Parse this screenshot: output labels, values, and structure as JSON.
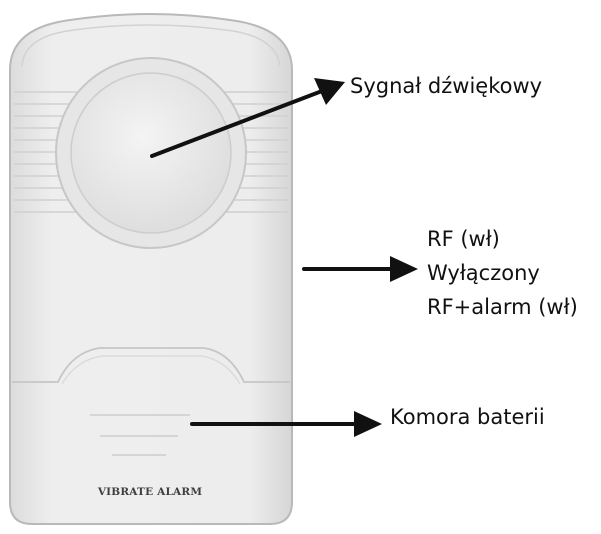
{
  "device": {
    "brand_label": "VIBRATE ALARM",
    "body_color": "#ebebeb",
    "outline_color": "#b9b9b9"
  },
  "callouts": {
    "sound_signal": "Sygnał dźwiękowy",
    "switch_positions": [
      "RF (wł)",
      "Wyłączony",
      "RF+alarm (wł)"
    ],
    "battery_compartment": "Komora baterii"
  },
  "colors": {
    "arrow": "#111111",
    "text": "#111111"
  }
}
